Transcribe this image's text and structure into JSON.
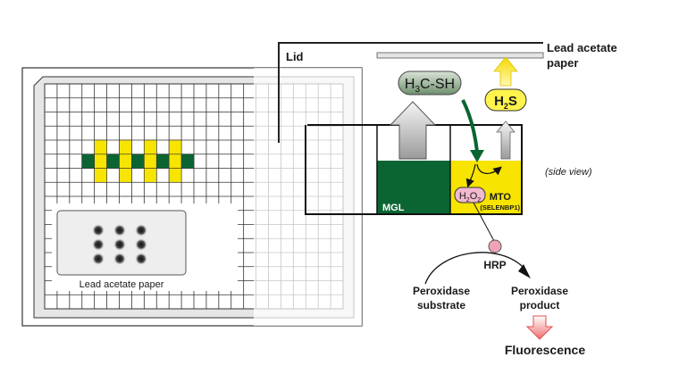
{
  "labels": {
    "lid": "Lid",
    "lead_acetate_paper_line1": "Lead acetate",
    "lead_acetate_paper_line2": "paper",
    "methanethiol": "H3C-SH",
    "methanethiol_parts": [
      "H",
      "3",
      "C-SH"
    ],
    "hydrogen_sulfide_parts": [
      "H",
      "2",
      "S"
    ],
    "side_view": "(side view)",
    "mgl": "MGL",
    "mto": "MTO",
    "selenbp1": "(SELENBP1)",
    "h2o2_parts": [
      "H",
      "2",
      "O",
      "2"
    ],
    "hrp": "HRP",
    "peroxidase_substrate_line1": "Peroxidase",
    "peroxidase_substrate_line2": "substrate",
    "peroxidase_product_line1": "Peroxidase",
    "peroxidase_product_line2": "product",
    "fluorescence": "Fluorescence",
    "paper_inset_caption": "Lead acetate paper"
  },
  "colors": {
    "mgl_green": "#0b6533",
    "mto_yellow": "#f7e400",
    "h2s_yellow": "#fff34d",
    "h2o2_pink": "#f2b8cf",
    "hrp_pink": "#f1a3b6",
    "fluorescence_red": "#f07070",
    "methanethiol_box": "#6f8f6e",
    "grid_line": "#333333"
  },
  "plate": {
    "rows": 16,
    "cols": 24
  }
}
